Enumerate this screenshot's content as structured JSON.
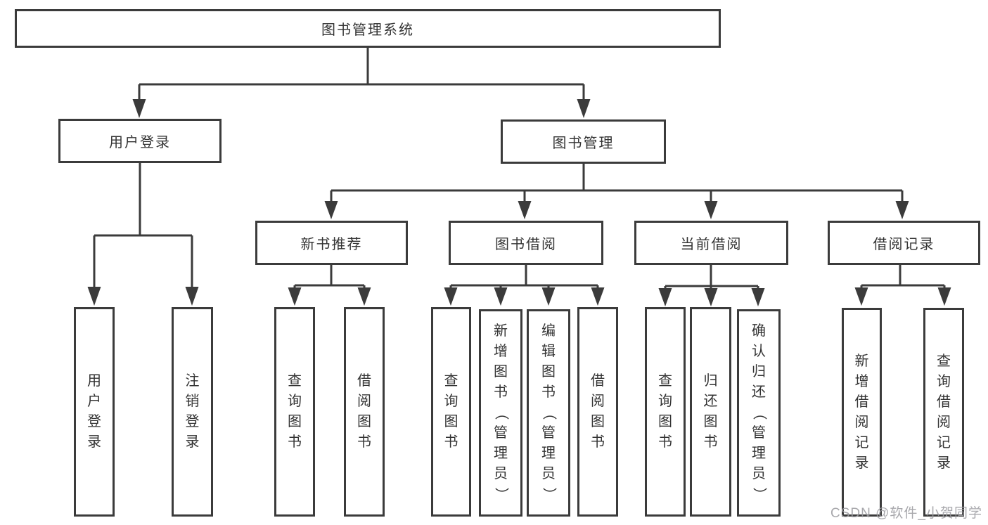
{
  "diagram": {
    "nodes": {
      "root": "图书管理系统",
      "user_login": "用户登录",
      "book_management": "图书管理",
      "level3": [
        "新书推荐",
        "图书借阅",
        "当前借阅",
        "借阅记录"
      ]
    },
    "leaves": {
      "user_login": [
        "用户登录",
        "注销登录"
      ],
      "new_books": [
        "查询图书",
        "借阅图书"
      ],
      "book_borrow": [
        "查询图书",
        "新增图书（管理员）",
        "编辑图书（管理员）",
        "借阅图书"
      ],
      "current_borrow": [
        "查询图书",
        "归还图书",
        "确认归还（管理员）"
      ],
      "borrow_records": [
        "新增借阅记录",
        "查询借阅记录"
      ]
    },
    "watermark": "CSDN @软件_小贺同学",
    "colors": {
      "line": "#3b3b3b",
      "text": "#333333",
      "background": "#ffffff",
      "watermark": "#9c9ca0"
    }
  }
}
